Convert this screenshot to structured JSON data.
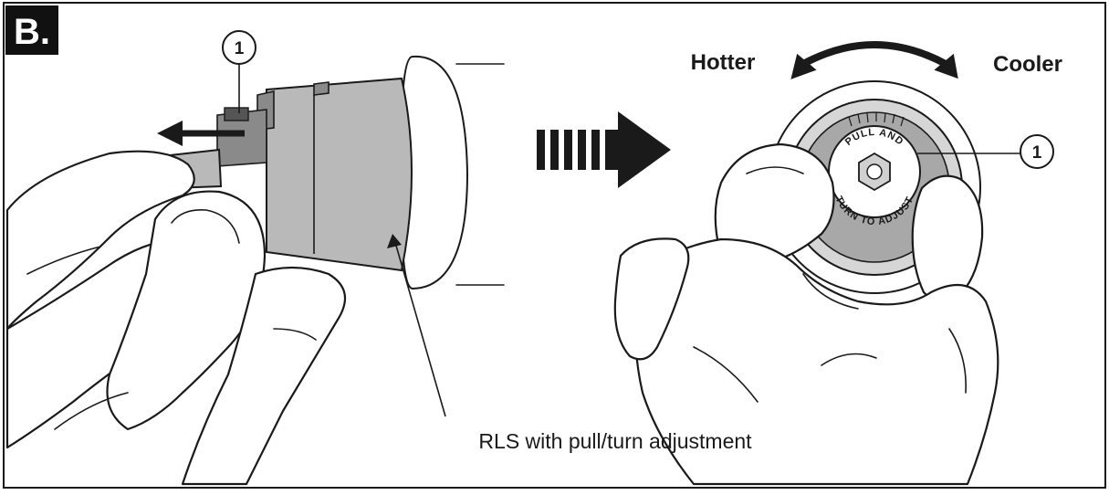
{
  "panel_label": "B.",
  "callouts": {
    "left": "1",
    "right": "1"
  },
  "labels": {
    "hotter": "Hotter",
    "cooler": "Cooler",
    "caption": "RLS with pull/turn adjustment"
  },
  "cap_text": {
    "top": "PULL AND",
    "bottom": "TURN TO ADJUST"
  },
  "colors": {
    "ink": "#1a1a1a",
    "cap_grey": "#b9b9b9",
    "label_bg": "#111111"
  },
  "icons": [
    "pull-direction-arrow",
    "rotation-double-arrow",
    "transition-arrow"
  ]
}
